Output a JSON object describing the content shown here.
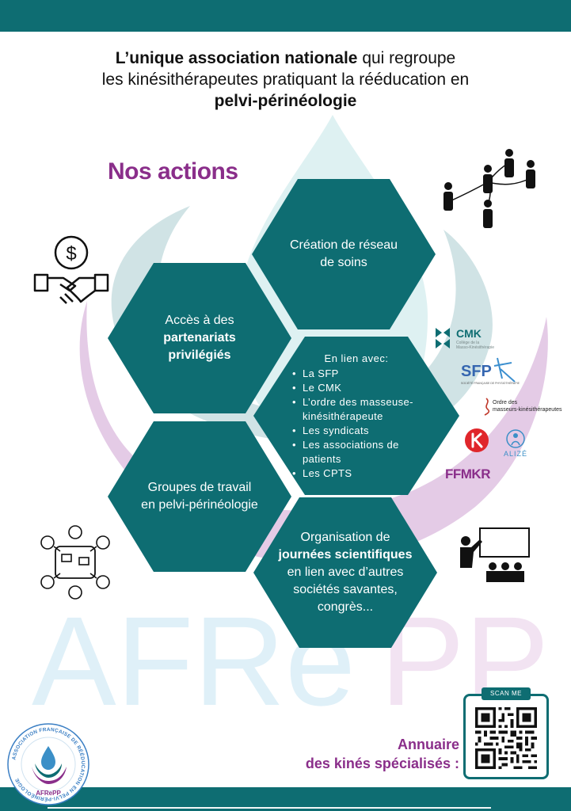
{
  "headline": {
    "line1_bold": "L’unique association nationale",
    "line1_rest": " qui regroupe",
    "line2": "les kinésithérapeutes pratiquant la rééducation en",
    "line3_bold": "pelvi-périnéologie"
  },
  "section_title": "Nos actions",
  "hexagons": {
    "reseau": {
      "text": "Création de réseau de soins"
    },
    "access": {
      "text": "Accès à des",
      "bold": "partenariats privilégiés"
    },
    "links": {
      "heading": "En lien avec:",
      "items": [
        "La SFP",
        "Le CMK",
        "L’ordre des masseuse-kinésithérapeute",
        "Les syndicats",
        "Les associations de patients",
        "Les CPTS"
      ]
    },
    "groups": {
      "line1": "Groupes de travail",
      "line2": "en pelvi-périnéologie"
    },
    "journees": {
      "line1": "Organisation de",
      "bold": "journées scientifiques",
      "rest": "en lien avec d’autres sociétés savantes, congrès..."
    }
  },
  "partner_logos": {
    "cmk": {
      "name": "CMK",
      "subtitle": "Collège de la Masso-Kinésithérapie"
    },
    "sfp": {
      "name": "SFP",
      "subtitle": "SOCIÉTÉ FRANÇAISE DE PHYSIOTHÉRAPIE"
    },
    "ordre": {
      "name": "Ordre des masseurs-kinésithérapeutes"
    },
    "alize": {
      "name": "ALIZÉ"
    },
    "ffmkr": {
      "name": "FFMKR"
    }
  },
  "watermark": "AFRePP",
  "annuaire": {
    "line1": "Annuaire",
    "line2": "des kinés spécialisés :"
  },
  "qr": {
    "label": "SCAN ME"
  },
  "seal": {
    "text": "ASSOCIATION FRANÇAISE DE RÉÉDUCATION EN PELVI-PÉRINÉOLOGIE",
    "name": "AFRePP"
  },
  "colors": {
    "teal": "#0e6d72",
    "purple": "#8a2e8a",
    "light_teal": "#cfe8ea",
    "light_purple": "#e4c8e6"
  },
  "icons": [
    "network-icon",
    "money-handshake-icon",
    "team-meeting-icon",
    "presenter-icon",
    "qr-code-icon"
  ]
}
